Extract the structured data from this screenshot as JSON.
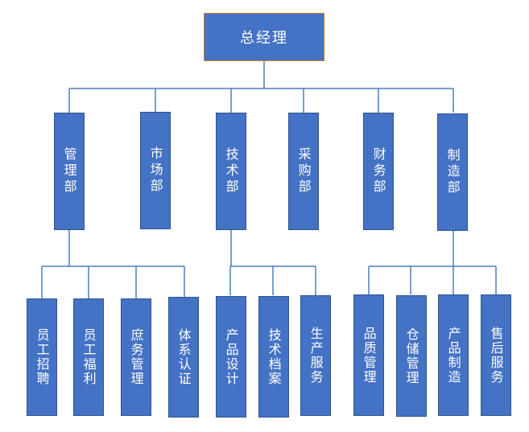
{
  "org": {
    "root": {
      "label": "总经理"
    },
    "departments": [
      {
        "label": "管理部",
        "children": [
          {
            "label": "员工招聘"
          },
          {
            "label": "员工福利"
          },
          {
            "label": "庶务管理"
          },
          {
            "label": "体系认证"
          }
        ]
      },
      {
        "label": "市场部",
        "children": []
      },
      {
        "label": "技术部",
        "children": [
          {
            "label": "产品设计"
          },
          {
            "label": "技术档案"
          },
          {
            "label": "生产服务"
          }
        ]
      },
      {
        "label": "采购部",
        "children": []
      },
      {
        "label": "财务部",
        "children": []
      },
      {
        "label": "制造部",
        "children": [
          {
            "label": "品质管理"
          },
          {
            "label": "仓储管理"
          },
          {
            "label": "产品制造"
          },
          {
            "label": "售后服务"
          }
        ]
      }
    ]
  },
  "colors": {
    "node_fill": "#4472c4",
    "node_border": "#2f528f",
    "root_border": "#d67a2a",
    "connector": "#4a7fbf",
    "text": "#ffffff"
  }
}
